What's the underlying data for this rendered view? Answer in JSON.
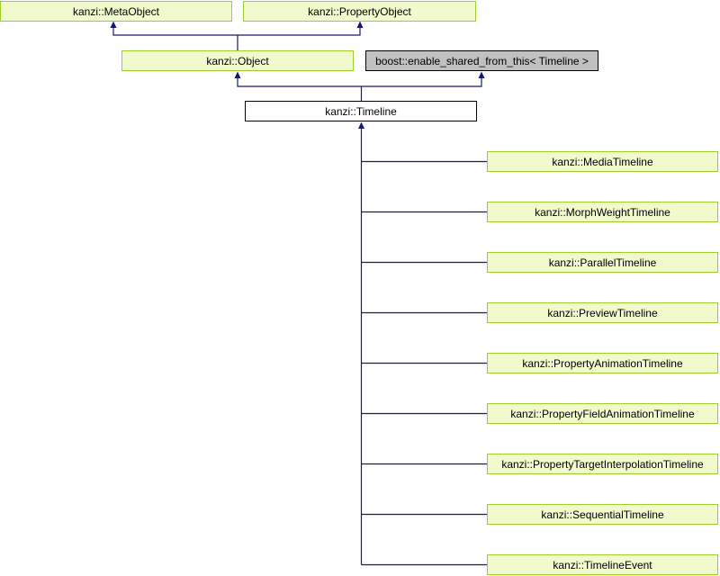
{
  "diagram": {
    "kind": "class-inheritance-graph",
    "current_class": "kanzi::Timeline"
  },
  "colors": {
    "background": "#FFFFFF",
    "linked_node_fill": "#F0FACD",
    "linked_node_border": "#9ECE2E",
    "current_node_fill": "#FFFFFF",
    "current_node_border": "#000000",
    "external_node_fill": "#C0C0C0",
    "external_node_border": "#000000",
    "edge_color": "#191970",
    "text_color": "#000000"
  },
  "nodes": {
    "metaobject": "kanzi::MetaObject",
    "propertyobject": "kanzi::PropertyObject",
    "object": "kanzi::Object",
    "enable_shared_from_this": "boost::enable_shared_from_this< Timeline >",
    "timeline": "kanzi::Timeline",
    "derived": [
      "kanzi::MediaTimeline",
      "kanzi::MorphWeightTimeline",
      "kanzi::ParallelTimeline",
      "kanzi::PreviewTimeline",
      "kanzi::PropertyAnimationTimeline",
      "kanzi::PropertyFieldAnimationTimeline",
      "kanzi::PropertyTargetInterpolationTimeline",
      "kanzi::SequentialTimeline",
      "kanzi::TimelineEvent"
    ]
  },
  "edges": [
    {
      "derived": "kanzi::Object",
      "base": "kanzi::MetaObject"
    },
    {
      "derived": "kanzi::Object",
      "base": "kanzi::PropertyObject"
    },
    {
      "derived": "kanzi::Timeline",
      "base": "kanzi::Object"
    },
    {
      "derived": "kanzi::Timeline",
      "base": "boost::enable_shared_from_this< Timeline >"
    },
    {
      "derived": "kanzi::MediaTimeline",
      "base": "kanzi::Timeline"
    },
    {
      "derived": "kanzi::MorphWeightTimeline",
      "base": "kanzi::Timeline"
    },
    {
      "derived": "kanzi::ParallelTimeline",
      "base": "kanzi::Timeline"
    },
    {
      "derived": "kanzi::PreviewTimeline",
      "base": "kanzi::Timeline"
    },
    {
      "derived": "kanzi::PropertyAnimationTimeline",
      "base": "kanzi::Timeline"
    },
    {
      "derived": "kanzi::PropertyFieldAnimationTimeline",
      "base": "kanzi::Timeline"
    },
    {
      "derived": "kanzi::PropertyTargetInterpolationTimeline",
      "base": "kanzi::Timeline"
    },
    {
      "derived": "kanzi::SequentialTimeline",
      "base": "kanzi::Timeline"
    },
    {
      "derived": "kanzi::TimelineEvent",
      "base": "kanzi::Timeline"
    }
  ]
}
